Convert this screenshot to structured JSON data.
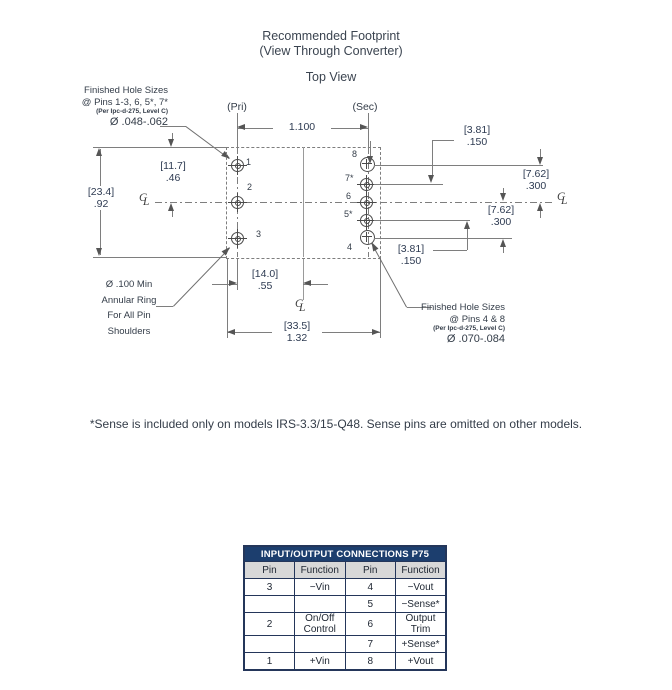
{
  "title": {
    "line1": "Recommended Footprint",
    "line2": "(View Through Converter)",
    "line3": "Top View"
  },
  "labels": {
    "pri": "(Pri)",
    "sec": "(Sec)"
  },
  "hole_note_left": {
    "l1": "Finished Hole Sizes",
    "l2": "@ Pins 1-3, 6, 5*, 7*",
    "l3": "(Per Ipc-d-275, Level C)",
    "l4": "Ø .048-.062"
  },
  "hole_note_right": {
    "l1": "Finished Hole Sizes",
    "l2": "@ Pins 4 & 8",
    "l3": "(Per Ipc-d-275, Level C)",
    "l4": "Ø .070-.084"
  },
  "annular_note": {
    "l1": "Ø .100 Min",
    "l2": "Annular Ring",
    "l3": "For All Pin",
    "l4": "Shoulders"
  },
  "dims": {
    "pitch": "1.100",
    "h_total_mm": "[23.4]",
    "h_total_in": ".92",
    "h_half_mm": "[11.7]",
    "h_half_in": ".46",
    "p150_mm": "[3.81]",
    "p150_in": ".150",
    "p300_mm": "[7.62]",
    "p300_in": ".300",
    "w_half_mm": "[14.0]",
    "w_half_in": ".55",
    "w_total_mm": "[33.5]",
    "w_total_in": "1.32"
  },
  "pins": {
    "p1": "1",
    "p2": "2",
    "p3": "3",
    "p4": "4",
    "p5": "5*",
    "p6": "6",
    "p7": "7*",
    "p8": "8"
  },
  "centerline": {
    "c": "C",
    "l": "L"
  },
  "note": "*Sense is included only on models IRS-3.3/15-Q48. Sense pins are omitted on other models.",
  "table": {
    "title": "INPUT/OUTPUT CONNECTIONS P75",
    "columns": [
      "Pin",
      "Function",
      "Pin",
      "Function"
    ],
    "rows": [
      [
        "3",
        "−Vin",
        "4",
        "−Vout"
      ],
      [
        "",
        "",
        "5",
        "−Sense*"
      ],
      [
        "2",
        "On/Off Control",
        "6",
        "Output Trim"
      ],
      [
        "",
        "",
        "7",
        "+Sense*"
      ],
      [
        "1",
        "+Vin",
        "8",
        "+Vout"
      ]
    ]
  }
}
